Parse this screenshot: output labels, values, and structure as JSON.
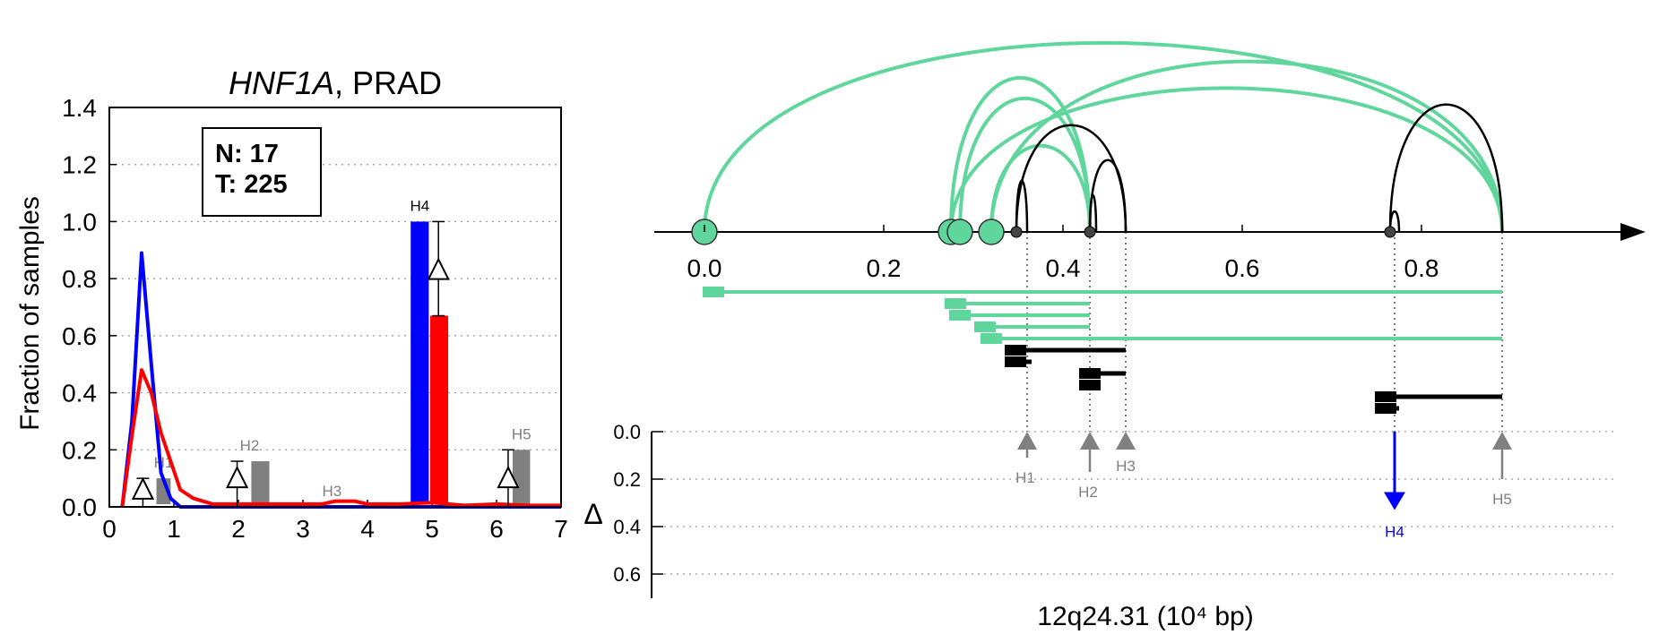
{
  "colors": {
    "normal": "#0000ff",
    "tumor": "#ff0000",
    "gray": "#808080",
    "green": "#5fd69b",
    "black": "#000000"
  },
  "chart_data": [
    {
      "type": "line",
      "title_gene": "HNF1A",
      "title_rest": ", PRAD",
      "ylabel": "Fraction of samples",
      "xlabel": "",
      "xlim": [
        0,
        7
      ],
      "ylim": [
        0,
        1.4
      ],
      "x_ticks": [
        "0",
        "1",
        "2",
        "3",
        "4",
        "5",
        "6",
        "7"
      ],
      "y_ticks": [
        "0.0",
        "0.2",
        "0.4",
        "0.6",
        "0.8",
        "1.0",
        "1.2",
        "1.4"
      ],
      "grid": true,
      "sample_box": {
        "normal_label": "N: 17",
        "tumor_label": "T: 225"
      },
      "series": [
        {
          "color": "#0000ff",
          "x": [
            0.2,
            0.35,
            0.5,
            0.65,
            0.8,
            0.95,
            1.1,
            1.4,
            1.8,
            2.5,
            3.5,
            4.5,
            5.5,
            6.5,
            7.0
          ],
          "values": [
            0.0,
            0.3,
            0.89,
            0.5,
            0.12,
            0.03,
            0.0,
            0.0,
            0.0,
            0.0,
            0.0,
            0.0,
            0.0,
            0.0,
            0.0
          ]
        },
        {
          "color": "#ff0000",
          "x": [
            0.2,
            0.35,
            0.5,
            0.65,
            0.8,
            0.95,
            1.1,
            1.3,
            1.6,
            2.0,
            2.5,
            3.0,
            3.3,
            3.5,
            3.8,
            4.0,
            4.5,
            5.0,
            5.5,
            6.0,
            6.5,
            7.0
          ],
          "values": [
            0.0,
            0.25,
            0.48,
            0.4,
            0.26,
            0.16,
            0.06,
            0.03,
            0.01,
            0.01,
            0.01,
            0.01,
            0.01,
            0.02,
            0.02,
            0.01,
            0.01,
            0.015,
            0.005,
            0.01,
            0.005,
            0.005
          ]
        }
      ],
      "bars": [
        {
          "label": "H1",
          "x0": 0.73,
          "x1": 0.95,
          "value": 0.1,
          "color": "#808080",
          "label_color": "#808080",
          "delta": 0.06,
          "delta_x": 0.52,
          "err": [
            0.0,
            0.1
          ]
        },
        {
          "label": "H2",
          "x0": 2.2,
          "x1": 2.48,
          "value": 0.16,
          "color": "#808080",
          "label_color": "#808080",
          "delta": 0.1,
          "delta_x": 1.98,
          "err": [
            0.0,
            0.16
          ]
        },
        {
          "label": "H3",
          "x0": 3.3,
          "x1": 3.6,
          "value": 0.0,
          "color": "#808080",
          "label_color": "#808080",
          "delta": null,
          "delta_x": null,
          "err": null
        },
        {
          "label": "H4",
          "x0": 4.67,
          "x1": 4.95,
          "value": 1.0,
          "color": "#0000ff",
          "label_color": "#000000",
          "delta": null,
          "delta_x": null,
          "err": null
        },
        {
          "label": "",
          "x0": 4.97,
          "x1": 5.25,
          "value": 0.67,
          "color": "#ff0000",
          "label_color": "#000000",
          "delta": 0.83,
          "delta_x": 5.1,
          "err": [
            0.67,
            1.0
          ]
        },
        {
          "label": "H5",
          "x0": 6.25,
          "x1": 6.52,
          "value": 0.2,
          "color": "#808080",
          "label_color": "#808080",
          "delta": 0.1,
          "delta_x": 6.18,
          "err": [
            0.0,
            0.2
          ]
        }
      ]
    },
    {
      "type": "arc",
      "xlabel": "12q24.31 (10⁴ bp)",
      "xlim": [
        0,
        1.0
      ],
      "x_ticks": [
        "0.0",
        "0.2",
        "0.4",
        "0.6",
        "0.8"
      ],
      "x_tick_values": [
        0.0,
        0.2,
        0.4,
        0.6,
        0.8
      ],
      "delta_axis_label": "Δ",
      "delta_ticks": [
        "0.0",
        "0.2",
        "0.4",
        "0.6"
      ],
      "delta_tick_values": [
        0.0,
        0.2,
        0.4,
        0.6
      ],
      "nodes": [
        {
          "x": 0.0,
          "kind": "green-large"
        },
        {
          "x": 0.275,
          "kind": "green-large"
        },
        {
          "x": 0.285,
          "kind": "green-large"
        },
        {
          "x": 0.32,
          "kind": "green-large"
        },
        {
          "x": 0.348,
          "kind": "black-small"
        },
        {
          "x": 0.43,
          "kind": "black-small"
        },
        {
          "x": 0.765,
          "kind": "black-small"
        }
      ],
      "arcs": [
        {
          "x1": 0.0,
          "x2": 0.89,
          "height": 0.92,
          "color": "#5fd69b"
        },
        {
          "x1": 0.275,
          "x2": 0.43,
          "height": 0.75,
          "color": "#5fd69b"
        },
        {
          "x1": 0.285,
          "x2": 0.43,
          "height": 0.65,
          "color": "#5fd69b"
        },
        {
          "x1": 0.32,
          "x2": 0.43,
          "height": 0.42,
          "color": "#5fd69b"
        },
        {
          "x1": 0.32,
          "x2": 0.89,
          "height": 0.83,
          "color": "#5fd69b"
        },
        {
          "x1": 0.275,
          "x2": 0.89,
          "height": 0.7,
          "color": "#5fd69b"
        },
        {
          "x1": 0.348,
          "x2": 0.36,
          "height": 0.25,
          "color": "#000000"
        },
        {
          "x1": 0.348,
          "x2": 0.47,
          "height": 0.52,
          "color": "#000000"
        },
        {
          "x1": 0.43,
          "x2": 0.47,
          "height": 0.35,
          "color": "#000000"
        },
        {
          "x1": 0.765,
          "x2": 0.89,
          "height": 0.62,
          "color": "#000000"
        },
        {
          "x1": 0.43,
          "x2": 0.437,
          "height": 0.18,
          "color": "#000000"
        },
        {
          "x1": 0.765,
          "x2": 0.775,
          "height": 0.1,
          "color": "#000000"
        }
      ],
      "isoforms": [
        {
          "start": 0.0,
          "end": 0.89,
          "color": "#5fd69b",
          "row": 0
        },
        {
          "start": 0.27,
          "end": 0.43,
          "color": "#5fd69b",
          "row": 1
        },
        {
          "start": 0.275,
          "end": 0.43,
          "color": "#5fd69b",
          "row": 2
        },
        {
          "start": 0.303,
          "end": 0.43,
          "color": "#5fd69b",
          "row": 3
        },
        {
          "start": 0.31,
          "end": 0.89,
          "color": "#5fd69b",
          "row": 4
        },
        {
          "start": 0.337,
          "end": 0.47,
          "color": "#000000",
          "row": 5
        },
        {
          "start": 0.337,
          "end": 0.365,
          "color": "#000000",
          "row": 6
        },
        {
          "start": 0.42,
          "end": 0.47,
          "color": "#000000",
          "row": 7
        },
        {
          "start": 0.42,
          "end": 0.435,
          "color": "#000000",
          "row": 8
        },
        {
          "start": 0.75,
          "end": 0.89,
          "color": "#000000",
          "row": 9
        },
        {
          "start": 0.75,
          "end": 0.775,
          "color": "#000000",
          "row": 10
        }
      ],
      "guides": [
        0.36,
        0.43,
        0.47,
        0.77,
        0.89
      ],
      "delta_markers": [
        {
          "label": "H1",
          "x": 0.36,
          "delta": -0.11,
          "color": "#808080"
        },
        {
          "label": "H2",
          "x": 0.43,
          "delta": -0.17,
          "color": "#808080"
        },
        {
          "label": "H3",
          "x": 0.47,
          "delta": -0.06,
          "color": "#808080"
        },
        {
          "label": "H4",
          "x": 0.77,
          "delta": 0.33,
          "color": "#0000ff"
        },
        {
          "label": "H5",
          "x": 0.89,
          "delta": -0.2,
          "color": "#808080"
        }
      ]
    }
  ]
}
